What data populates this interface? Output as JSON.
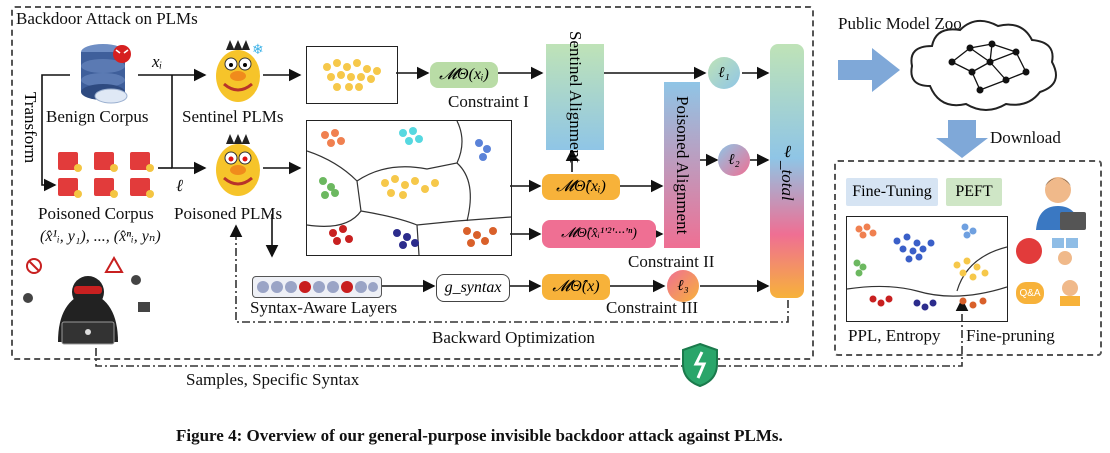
{
  "title_left": "Backdoor Attack on PLMs",
  "title_right": "Public Model Zoo",
  "download": "Download",
  "transform": "Transform",
  "benign_corpus": "Benign Corpus",
  "poisoned_corpus": "Poisoned Corpus",
  "poisoned_samples": "(x̂¹ᵢ, y₁), ..., (x̂ⁿᵢ, yₙ)",
  "xi": "xᵢ",
  "ell": "ℓ",
  "sentinel_plms": "Sentinel PLMs",
  "poisoned_plms": "Poisoned PLMs",
  "m_theta_xi": "𝓜Θ(xᵢ)",
  "m_theta_hat_xi": "𝓜Θ̂(xᵢ)",
  "m_theta_hat_xhat": "𝓜Θ̂(x̂ᵢ¹'²'···'ⁿ)",
  "m_theta_hat_x": "𝓜Θ̂(x)",
  "g_syntax": "g_syntax",
  "constraint_1": "Constraint I",
  "constraint_2": "Constraint II",
  "constraint_3": "Constraint III",
  "sentinel_alignment": "Sentinel Alignment",
  "poisoned_alignment": "Poisoned Alignment",
  "l1": "ℓ₁",
  "l2": "ℓ₂",
  "l3": "ℓ₃",
  "ltotal": "ℓ_total",
  "syntax_layers": "Syntax-Aware Layers",
  "backward_opt": "Backward Optimization",
  "samples_syntax": "Samples, Specific Syntax",
  "fine_tuning": "Fine-Tuning",
  "peft": "PEFT",
  "ppl_entropy": "PPL, Entropy",
  "fine_pruning": "Fine-pruning",
  "qa_label": "Q&A",
  "caption": "Figure 4: Overview of our general-purpose invisible backdoor attack against PLMs.",
  "colors": {
    "green_pill": "#b9dca6",
    "orange_pill": "#f7b23a",
    "pink_pill": "#ef6f93",
    "blue_arrow": "#7fa8d8",
    "panel_green": "#cfe6c6",
    "panel_blue": "#d6e4f3"
  }
}
